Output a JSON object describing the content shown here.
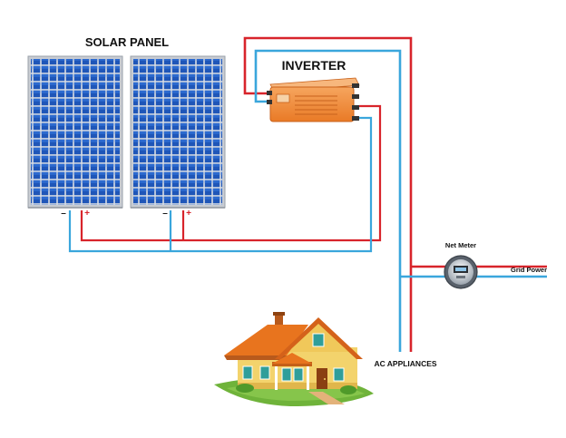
{
  "labels": {
    "solar_panel": "SOLAR PANEL",
    "inverter": "INVERTER",
    "net_meter": "Net Meter",
    "grid_power": "Grid Power",
    "ac_appliances": "AC APPLIANCES",
    "minus": "–",
    "plus": "+"
  },
  "colors": {
    "positive_wire": "#d8242b",
    "negative_wire": "#3aa6dc",
    "panel_cell": "#1f56b8",
    "panel_frame": "#c8ccd2",
    "inverter_body": "#f08a3a",
    "house_wall": "#f3d36c",
    "house_roof": "#e8741e",
    "grass": "#6fb33a"
  },
  "icons": [
    "solar-panel-icon",
    "inverter-icon",
    "net-meter-icon",
    "house-icon"
  ]
}
